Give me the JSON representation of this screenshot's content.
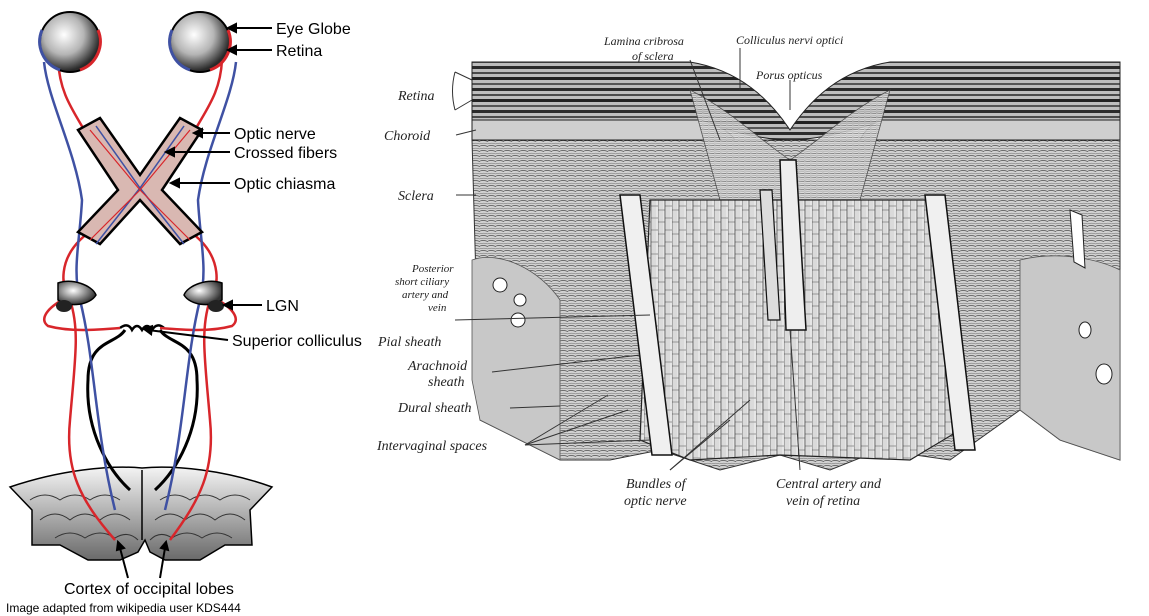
{
  "left_diagram": {
    "labels": {
      "eye_globe": "Eye Globe",
      "retina": "Retina",
      "optic_nerve": "Optic nerve",
      "crossed_fibers": "Crossed fibers",
      "optic_chiasma": "Optic chiasma",
      "lgn": "LGN",
      "superior_colliculus": "Superior colliculus",
      "cortex": "Cortex of occipital lobes"
    },
    "credit": "Image adapted from wikipedia user KDS444",
    "colors": {
      "crossed_pathway": "#d8262b",
      "uncrossed_pathway": "#3f51a3",
      "chiasm_fill": "#d9b8b2",
      "outline": "#000000"
    }
  },
  "right_diagram": {
    "labels": {
      "lamina_cribrosa_line1": "Lamina cribrosa",
      "lamina_cribrosa_line2": "of sclera",
      "colliculus_nervi_optici": "Colliculus nervi optici",
      "porus_opticus": "Porus opticus",
      "retina": "Retina",
      "choroid": "Choroid",
      "sclera": "Sclera",
      "posterior_line1": "Posterior",
      "posterior_line2": "short ciliary",
      "posterior_line3": "artery and",
      "posterior_line4": "vein",
      "pial_sheath": "Pial sheath",
      "arachnoid_line1": "Arachnoid",
      "arachnoid_line2": "sheath",
      "dural_sheath": "Dural sheath",
      "intervaginal_spaces": "Intervaginal spaces",
      "bundles_line1": "Bundles of",
      "bundles_line2": "optic nerve",
      "central_line1": "Central artery and",
      "central_line2": "vein of retina"
    }
  }
}
